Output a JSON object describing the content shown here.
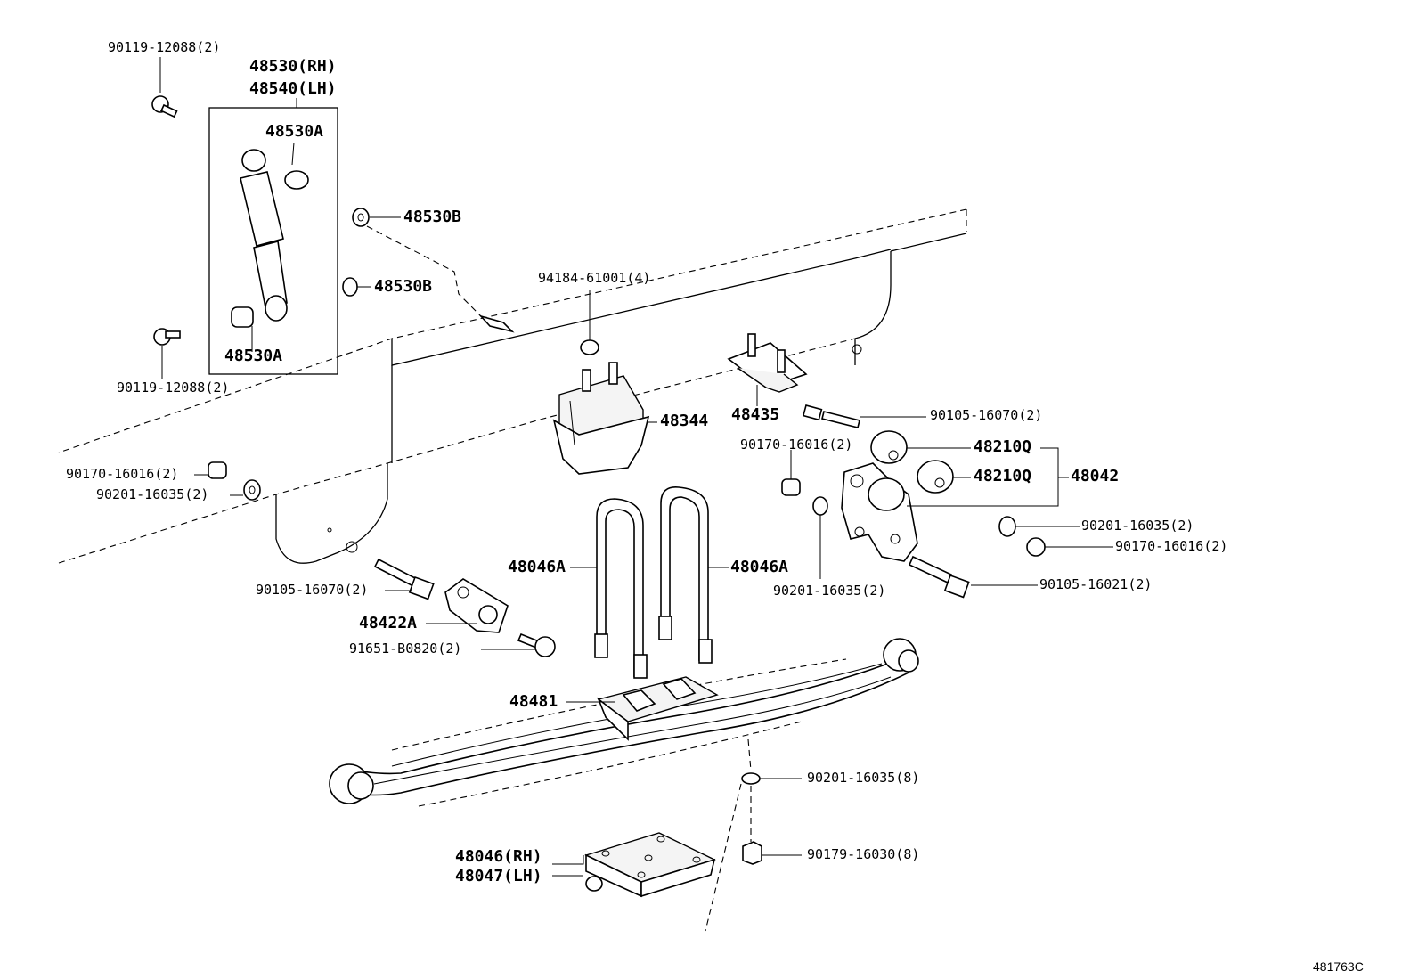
{
  "labels": {
    "shock_bolt_top": "90119-12088(2)",
    "shock_rh": "48530(RH)",
    "shock_lh": "48540(LH)",
    "bushing_a_top": "48530A",
    "washer_b_top": "48530B",
    "washer_b_mid": "48530B",
    "bushing_a_bottom": "48530A",
    "shock_bolt_bottom": "90119-12088(2)",
    "bracket_nut": "94184-61001(4)",
    "bumper": "48344",
    "bumper_bracket": "48435",
    "bolt_right_top": "90105-16070(2)",
    "nut_right_small": "90170-16016(2)",
    "bushing_q_top": "48210Q",
    "bushing_q_bottom": "48210Q",
    "shackle_kit": "48042",
    "nut_left": "90170-16016(2)",
    "washer_left": "90201-16035(2)",
    "washer_right_mid": "90201-16035(2)",
    "nut_right_mid": "90170-16016(2)",
    "washer_right_under": "90201-16035(2)",
    "bolt_right_bottom": "90105-16021(2)",
    "u_bolt_left": "48046A",
    "u_bolt_right": "48046A",
    "bolt_left": "90105-16070(2)",
    "plate_48422a": "48422A",
    "bolt_91651": "91651-B0820(2)",
    "spacer_48481": "48481",
    "washer_bottom": "90201-16035(8)",
    "nut_bottom": "90179-16030(8)",
    "seat_rh": "48046(RH)",
    "seat_lh": "48047(LH)",
    "figure_id": "481763C"
  }
}
